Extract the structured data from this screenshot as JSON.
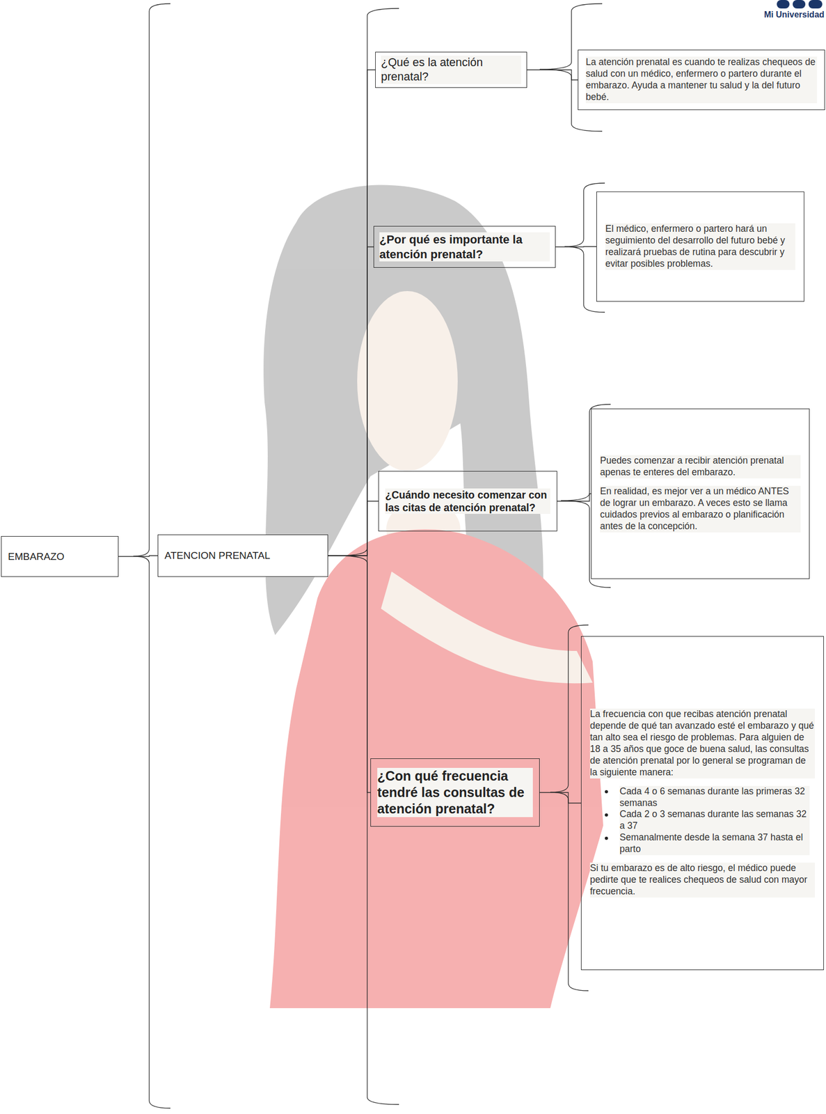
{
  "diagram": {
    "nodes": [
      {
        "text": [
          "EMBARAZO"
        ]
      },
      {
        "text": [
          "ATENCION PRENATAL"
        ]
      },
      {
        "text": [
          "¿Qué es la atención prenatal?"
        ]
      },
      {
        "text": [
          "La atención prenatal es cuando te realizas chequeos de salud con un médico, enfermero o partero durante el embarazo. Ayuda a mantener tu salud y la del futuro bebé."
        ]
      },
      {
        "text": [
          "¿Por qué es importante la atención prenatal?"
        ]
      },
      {
        "text": [
          "El médico, enfermero o partero hará un seguimiento del desarrollo del futuro bebé y realizará pruebas de rutina para descubrir y evitar posibles problemas."
        ]
      },
      {
        "text": [
          "¿Cuándo necesito comenzar con las citas de atención prenatal?"
        ]
      },
      {
        "text": [
          "Puedes comenzar a recibir atención prenatal apenas te enteres del embarazo.",
          "En realidad, es mejor ver a un médico ANTES de lograr un embarazo. A veces esto se llama cuidados previos al embarazo o planificación antes de la concepción."
        ]
      },
      {
        "text": [
          "¿Con qué frecuencia tendré las consultas de atención prenatal?"
        ]
      },
      {
        "text": [
          "La frecuencia con que recibas atención prenatal depende de qué tan avanzado esté el embarazo y qué tan alto sea el riesgo de problemas. Para alguien de 18 a 35 años que goce de buena salud, las consultas de atención prenatal por lo general se programan de la siguiente manera:",
          "Cada 4 o 6 semanas durante las primeras 32 semanas",
          "Cada 2 o 3 semanas durante las semanas 32 a 37",
          "Semanalmente desde la semana 37 hasta el parto",
          "Si tu embarazo es de alto riesgo, el médico puede pedirte que te realices chequeos de salud con mayor frecuencia."
        ]
      }
    ],
    "edges": [
      {
        "from": 0,
        "to": 1,
        "arrow": "none"
      },
      {
        "from": 1,
        "to": 2,
        "arrow": "none"
      },
      {
        "from": 1,
        "to": 4,
        "arrow": "none"
      },
      {
        "from": 1,
        "to": 6,
        "arrow": "none"
      },
      {
        "from": 1,
        "to": 8,
        "arrow": "none"
      },
      {
        "from": 2,
        "to": 3,
        "arrow": "none"
      },
      {
        "from": 4,
        "to": 5,
        "arrow": "none"
      },
      {
        "from": 6,
        "to": 7,
        "arrow": "none"
      },
      {
        "from": 8,
        "to": 9,
        "arrow": "none"
      }
    ],
    "labels": [
      "Mi Universidad"
    ]
  }
}
